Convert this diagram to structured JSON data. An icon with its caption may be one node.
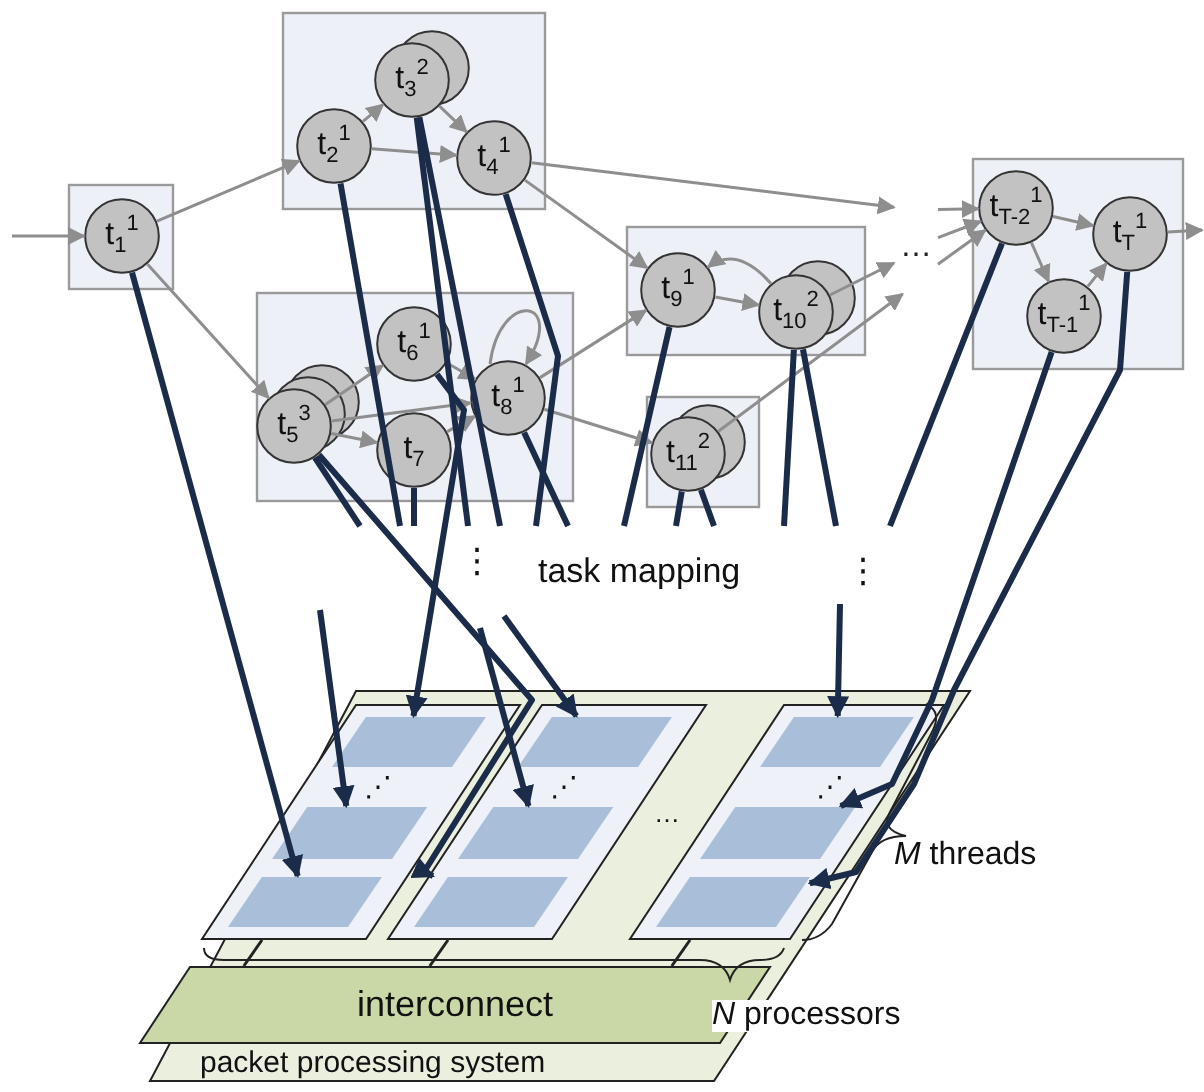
{
  "diagram": {
    "nodes": [
      {
        "text": [],
        "shape": "box"
      },
      {
        "text": [
          "t$_{1}$$^{1}$"
        ],
        "in": 0
      },
      {
        "text": [],
        "shape": "box"
      },
      {
        "text": [
          "t$_{2}$$^{1}$"
        ],
        "in": 2
      },
      {
        "text": [
          "t$_{3}$$^{2}$"
        ],
        "in": 2
      },
      {
        "text": [
          "t$_{4}$$^{1}$"
        ],
        "in": 2
      },
      {
        "text": [],
        "shape": "box"
      },
      {
        "text": [
          "t$_{5}$$^{3}$"
        ],
        "in": 6
      },
      {
        "text": [
          "t$_{6}$$^{1}$"
        ],
        "in": 6
      },
      {
        "text": [
          "t$_{7}$"
        ],
        "in": 6
      },
      {
        "text": [
          "t$_{8}$$^{1}$"
        ],
        "in": 6
      },
      {
        "text": [],
        "shape": "box"
      },
      {
        "text": [
          "t$_{9}$$^{1}$"
        ],
        "in": 11
      },
      {
        "text": [
          "t$_{10}$$^{2}$"
        ],
        "in": 11
      },
      {
        "text": [],
        "shape": "box"
      },
      {
        "text": [
          "t$_{11}$$^{2}$"
        ],
        "in": 14
      },
      {
        "text": [],
        "shape": "box"
      },
      {
        "text": [
          "t$_{T-2}$$^{1}$"
        ],
        "in": 16
      },
      {
        "text": [
          "t$_{T}$$^{1}$"
        ],
        "in": 16
      },
      {
        "text": [
          "t$_{T-1}$$^{1}$"
        ],
        "in": 16
      },
      {
        "text": [
          "packet processing system"
        ]
      },
      {
        "text": [
          "interconnect"
        ],
        "in": 20
      },
      {
        "text": [],
        "shape": "parallelogram",
        "in": 20
      },
      {
        "text": [],
        "shape": "parallelogram",
        "in": 22
      },
      {
        "text": [],
        "shape": "parallelogram",
        "in": 22
      },
      {
        "text": [],
        "shape": "parallelogram",
        "in": 22
      },
      {
        "text": [],
        "shape": "parallelogram",
        "in": 20
      },
      {
        "text": [],
        "shape": "parallelogram",
        "in": 26
      },
      {
        "text": [],
        "shape": "parallelogram",
        "in": 26
      },
      {
        "text": [],
        "shape": "parallelogram",
        "in": 26
      },
      {
        "text": [],
        "shape": "parallelogram",
        "in": 20
      },
      {
        "text": [],
        "shape": "parallelogram",
        "in": 30
      },
      {
        "text": [],
        "shape": "parallelogram",
        "in": 30
      },
      {
        "text": [],
        "shape": "parallelogram",
        "in": 30
      },
      {
        "text": [
          "…"
        ]
      }
    ],
    "edges": [
      {
        "from": null,
        "to": 1,
        "arrow": "to"
      },
      {
        "from": 1,
        "to": 3,
        "arrow": "to"
      },
      {
        "from": 1,
        "to": 7,
        "arrow": "to"
      },
      {
        "from": 3,
        "to": 4,
        "arrow": "to"
      },
      {
        "from": 3,
        "to": 5,
        "arrow": "to"
      },
      {
        "from": 4,
        "to": 5,
        "arrow": "to"
      },
      {
        "from": 5,
        "to": 34,
        "arrow": "to"
      },
      {
        "from": 5,
        "to": 12,
        "arrow": "to"
      },
      {
        "from": 7,
        "to": 8,
        "arrow": "to"
      },
      {
        "from": 7,
        "to": 9,
        "arrow": "to"
      },
      {
        "from": 7,
        "to": 10,
        "arrow": "to"
      },
      {
        "from": 8,
        "to": 10,
        "arrow": "to"
      },
      {
        "from": 9,
        "to": 10,
        "arrow": "to"
      },
      {
        "from": 10,
        "to": 10,
        "arrow": "to"
      },
      {
        "from": 10,
        "to": 12,
        "arrow": "to"
      },
      {
        "from": 10,
        "to": 15,
        "arrow": "to"
      },
      {
        "from": 12,
        "to": 13,
        "arrow": "to"
      },
      {
        "from": 13,
        "to": 12,
        "arrow": "to"
      },
      {
        "from": 13,
        "to": 34,
        "arrow": "to"
      },
      {
        "from": 15,
        "to": 34,
        "arrow": "to"
      },
      {
        "from": 34,
        "to": 17,
        "arrow": "to"
      },
      {
        "from": 34,
        "to": 17,
        "arrow": "to"
      },
      {
        "from": 34,
        "to": 17,
        "arrow": "to"
      },
      {
        "from": 17,
        "to": 18,
        "arrow": "to"
      },
      {
        "from": 17,
        "to": 19,
        "arrow": "to"
      },
      {
        "from": 19,
        "to": 18,
        "arrow": "to"
      },
      {
        "from": 18,
        "to": null,
        "arrow": "to"
      },
      {
        "from": 1,
        "to": 25,
        "arrow": "to",
        "style": "thick",
        "color": "#1b2c4a"
      },
      {
        "from": 3,
        "to": null,
        "arrow": "none",
        "style": "thick",
        "color": "#1b2c4a"
      },
      {
        "from": 4,
        "to": null,
        "arrow": "none",
        "style": "thick",
        "color": "#1b2c4a"
      },
      {
        "from": 4,
        "to": null,
        "arrow": "none",
        "style": "thick",
        "color": "#1b2c4a"
      },
      {
        "from": 5,
        "to": null,
        "arrow": "none",
        "style": "thick",
        "color": "#1b2c4a"
      },
      {
        "from": 7,
        "to": null,
        "arrow": "none",
        "style": "thick",
        "color": "#1b2c4a"
      },
      {
        "from": 7,
        "to": 29,
        "arrow": "to",
        "style": "thick",
        "color": "#1b2c4a"
      },
      {
        "from": 8,
        "to": 23,
        "arrow": "to",
        "style": "thick",
        "color": "#1b2c4a"
      },
      {
        "from": 9,
        "to": null,
        "arrow": "none",
        "style": "thick",
        "color": "#1b2c4a"
      },
      {
        "from": 10,
        "to": null,
        "arrow": "none",
        "style": "thick",
        "color": "#1b2c4a"
      },
      {
        "from": 12,
        "to": null,
        "arrow": "none",
        "style": "thick",
        "color": "#1b2c4a"
      },
      {
        "from": 15,
        "to": null,
        "arrow": "none",
        "style": "thick",
        "color": "#1b2c4a"
      },
      {
        "from": 15,
        "to": null,
        "arrow": "none",
        "style": "thick",
        "color": "#1b2c4a"
      },
      {
        "from": 13,
        "to": null,
        "arrow": "none",
        "style": "thick",
        "color": "#1b2c4a"
      },
      {
        "from": 13,
        "to": null,
        "arrow": "none",
        "style": "thick",
        "color": "#1b2c4a"
      },
      {
        "from": 17,
        "to": null,
        "arrow": "none",
        "style": "thick",
        "color": "#1b2c4a"
      },
      {
        "from": 19,
        "to": 32,
        "arrow": "to",
        "style": "thick",
        "color": "#1b2c4a"
      },
      {
        "from": 18,
        "to": 33,
        "arrow": "to",
        "style": "thick",
        "color": "#1b2c4a"
      },
      {
        "from": null,
        "to": 24,
        "arrow": "to",
        "style": "thick",
        "color": "#1b2c4a"
      },
      {
        "from": null,
        "to": 27,
        "arrow": "to",
        "style": "thick",
        "color": "#1b2c4a"
      },
      {
        "from": null,
        "to": 28,
        "arrow": "to",
        "style": "thick",
        "color": "#1b2c4a"
      },
      {
        "from": null,
        "to": 31,
        "arrow": "to",
        "style": "thick",
        "color": "#1b2c4a"
      },
      {
        "from": 22,
        "to": 21,
        "arrow": "none",
        "color": "#222222"
      },
      {
        "from": 26,
        "to": 21,
        "arrow": "none",
        "color": "#222222"
      },
      {
        "from": 30,
        "to": 21,
        "arrow": "none",
        "color": "#222222"
      }
    ],
    "labels": [
      "⋮",
      "task mapping",
      "⋮",
      "⋰",
      "⋰",
      "…",
      "⋰",
      "*M* threads",
      "*N* processors"
    ]
  }
}
